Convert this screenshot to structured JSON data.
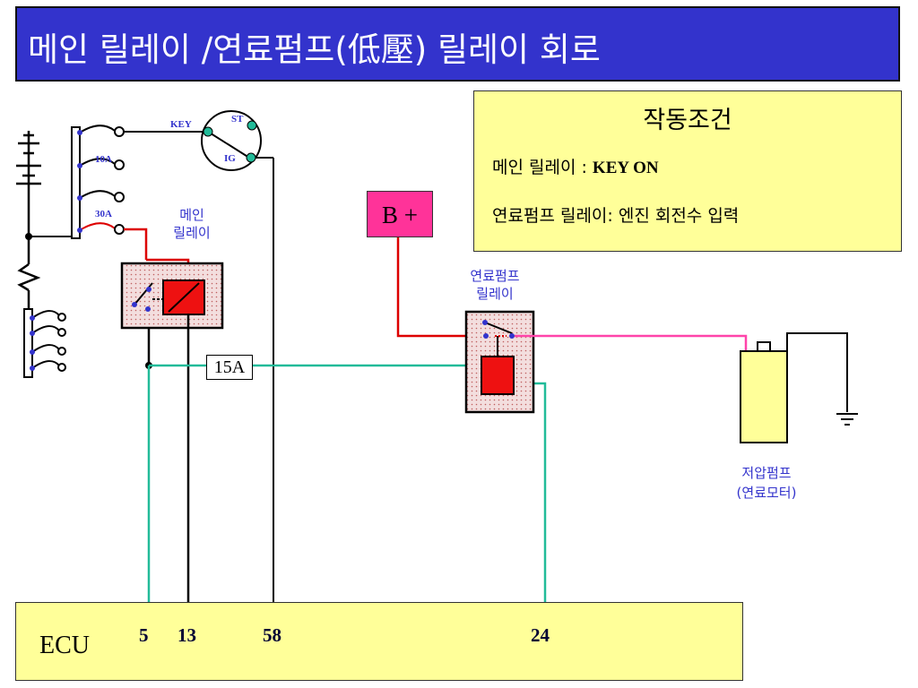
{
  "title": "메인 릴레이 /연료펌프(低壓) 릴레이 회로",
  "conditions": {
    "heading": "작동조건",
    "main_relay_label": "메인 릴레이 : ",
    "main_relay_value": "KEY ON",
    "fuel_relay_label": "연료펌프 릴레이:  엔진 회전수 입력"
  },
  "fuses": {
    "f10": "10A",
    "f30": "30A",
    "f15": "15A"
  },
  "ignition_switch": {
    "key": "KEY",
    "st": "ST",
    "ig": "IG"
  },
  "main_relay_label": [
    "메인",
    "릴레이"
  ],
  "fuel_pump_relay_label": [
    "연료펌프",
    "릴레이"
  ],
  "battery_plus": "B +",
  "pump_label": [
    "저압펌프",
    "(연료모터)"
  ],
  "ecu": {
    "label": "ECU",
    "pins": [
      "5",
      "13",
      "58",
      "24"
    ]
  },
  "colors": {
    "title_bg": "#3333cc",
    "box_fill": "#ffff99",
    "b_plus": "#ff3399",
    "wire_red": "#dd0000",
    "wire_teal": "#22bb99",
    "wire_pink": "#ff44aa",
    "relay_coil": "#ee1111"
  }
}
